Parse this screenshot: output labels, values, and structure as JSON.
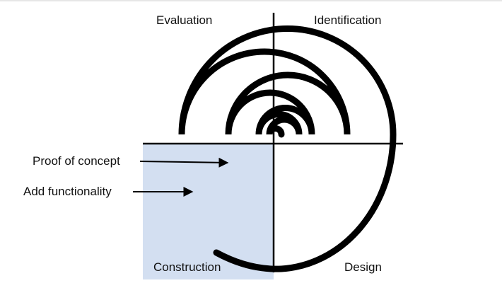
{
  "quadrants": {
    "evaluation": "Evaluation",
    "identification": "Identification",
    "construction": "Construction",
    "design": "Design"
  },
  "callouts": {
    "proof_of_concept": "Proof of concept",
    "add_functionality": "Add functionality"
  },
  "colors": {
    "highlight_fill": "#d3dff1",
    "stroke": "#000000",
    "text": "#111111"
  },
  "icons": {
    "spiral": "spiral-icon",
    "arrow": "arrow-right-icon"
  }
}
